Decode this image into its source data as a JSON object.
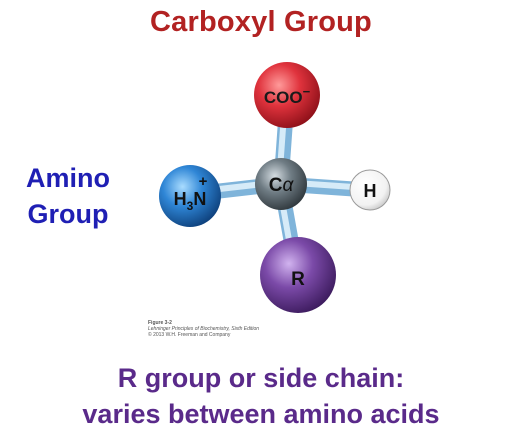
{
  "title": "Carboxyl Group",
  "amino_label": {
    "line1": "Amino",
    "line2": "Group"
  },
  "molecule": {
    "carboxyl": {
      "text": "COO",
      "charge": "−"
    },
    "amino": {
      "h3": "H",
      "sub": "3",
      "n": "N",
      "charge": "+"
    },
    "alpha_carbon": {
      "c": "C",
      "alpha": "α"
    },
    "hydrogen": "H",
    "r_group": "R"
  },
  "figure_caption": {
    "title": "Figure 3-2",
    "source": "Lehninger Principles of Biochemistry, Sixth Edition",
    "copyright": "© 2013 W.H. Freeman and Company"
  },
  "bottom_label": {
    "line1": "R group or side chain:",
    "line2": "varies between amino acids"
  },
  "colors": {
    "title": "#b22222",
    "amino_label": "#1f1fb4",
    "bottom_label": "#5a2a8a",
    "carboxyl_atom": "#e0333d",
    "amino_atom": "#2f86d6",
    "alpha_carbon_atom": "#6f7c84",
    "hydrogen_atom": "#ffffff",
    "r_group_atom": "#7b4aa8",
    "bond": "#a7cfea"
  }
}
